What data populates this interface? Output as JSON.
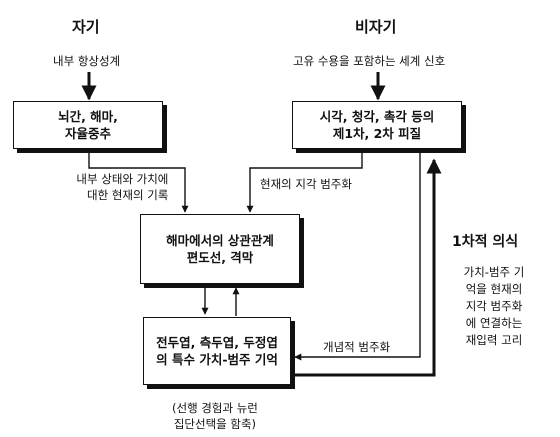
{
  "self": {
    "title": "자기",
    "input_label": "내부 항상성계",
    "box_lines": [
      "뇌간, 해마,",
      "자율중추"
    ],
    "output_label_lines": [
      "내부 상태와 가치에",
      "대한 현재의 기록"
    ]
  },
  "nonself": {
    "title": "비자기",
    "input_label": "고유 수용을 포함하는 세계 신호",
    "box_lines": [
      "시각, 청각, 촉각 등의",
      "제1차, 2차 피질"
    ],
    "output_label": "현재의 지각 범주화"
  },
  "hippocampus": {
    "box_lines": [
      "해마에서의 상관관계",
      "편도선, 격막"
    ]
  },
  "cortex": {
    "box_lines": [
      "전두엽, 측두엽, 두정엽",
      "의 특수 가치-범주 기억"
    ],
    "conceptual_label": "개념적 범주화",
    "note_lines": [
      "(선행 경험과 뉴런",
      "집단선택을 함축)"
    ]
  },
  "consciousness": {
    "title": "1차적 의식",
    "description_lines": [
      "가치-범주 기",
      "억을 현재의",
      "지각 범주화",
      "에 연결하는",
      "재입력 고리"
    ]
  }
}
